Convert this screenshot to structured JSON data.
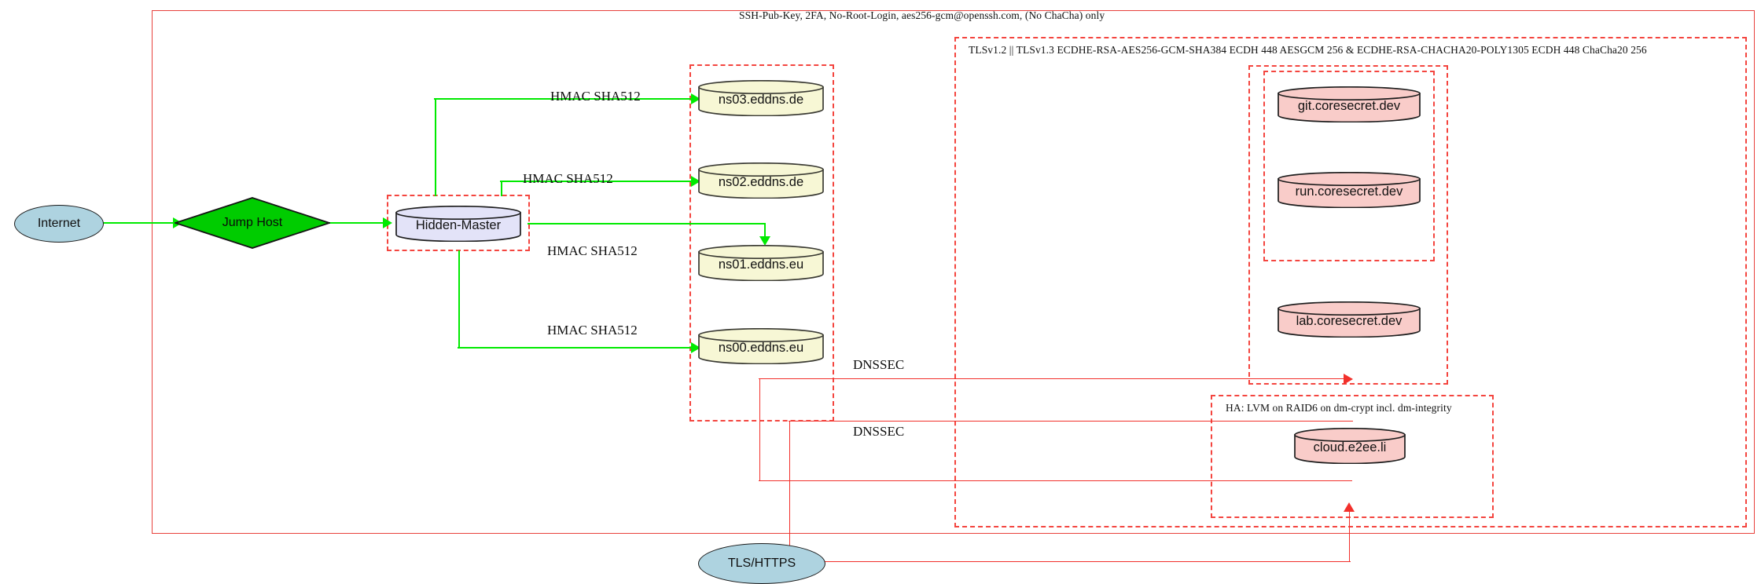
{
  "diagram": {
    "title_label": "SSH-Pub-Key, 2FA, No-Root-Login, aes256-gcm@openssh.com, (No ChaCha) only",
    "tls_cluster_label": "TLSv1.2 || TLSv1.3 ECDHE-RSA-AES256-GCM-SHA384 ECDH 448 AESGCM 256 & ECDHE-RSA-CHACHA20-POLY1305 ECDH 448 ChaCha20 256",
    "ha_cluster_label": "HA: LVM on RAID6 on dm-crypt incl. dm-integrity"
  },
  "nodes": {
    "internet": "Internet",
    "jump_host": "Jump Host",
    "hidden_master": "Hidden-Master",
    "ns03": "ns03.eddns.de",
    "ns02": "ns02.eddns.de",
    "ns01": "ns01.eddns.eu",
    "ns00": "ns00.eddns.eu",
    "git": "git.coresecret.dev",
    "run": "run.coresecret.dev",
    "lab": "lab.coresecret.dev",
    "cloud": "cloud.e2ee.li",
    "tls_https": "TLS/HTTPS"
  },
  "edges": {
    "hmac_ns03": "HMAC SHA512",
    "hmac_ns02": "HMAC SHA512",
    "hmac_ns01": "HMAC SHA512",
    "hmac_ns00": "HMAC SHA512",
    "dnssec_upper": "DNSSEC",
    "dnssec_lower": "DNSSEC"
  },
  "colors": {
    "edge_green": "#00ea00",
    "edge_red": "#f2302b",
    "cluster_red": "#f4453f",
    "ellipse_fill": "#aed3e0",
    "diamond_fill": "#00cc00",
    "master_fill": "#e3e3f8",
    "dns_fill": "#f7f7d5",
    "service_fill": "#f9ccc9"
  }
}
